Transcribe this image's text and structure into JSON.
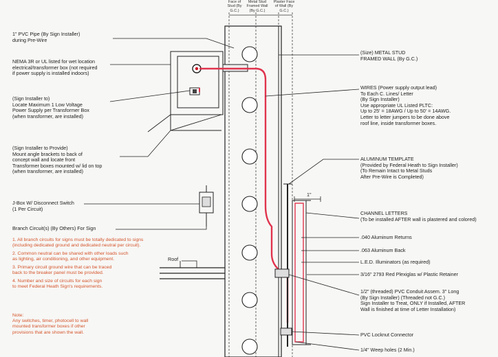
{
  "header_columns": [
    "Face of Stud (By G.C.)",
    "Metal Stud Framed Wall (By G.C.)",
    "Plaster Face of Wall (By G.C.)"
  ],
  "left_labels": {
    "pvc_pipe": "1\" PVC Pipe (By Sign Installer)\nduring Pre-Wire",
    "nema": "NEMA 3R or UL listed for wet location\nelectrical/transformer box (not required\nif power supply is installed indoors)",
    "sign_installer": "(Sign Installer to)\nLocate Maximum 1 Low Voltage\nPower Supply per Transformer Box\n(when transformer, are installed)",
    "angle_brackets": "(Sign Installer to Provide)\nMount angle brackets to back of\nconcept wall and locate front\nTransformer boxes mounted w/ lid on top\n(when transformer, are installed)",
    "jbox": "J-Box W/ Disconnect Switch\n(1 Per Circuit)",
    "branch_circuit": "Branch Circuit(s) (By Others) For Sign",
    "roof": "Roof"
  },
  "notes": [
    "1. All branch circuits for signs must be totally dedicated to signs\n   (including dedicated ground and dedicated neutral per circuit).",
    "2. Common neutral can be shared with other loads such\n   as lighting, air conditioning, and other equipment.",
    "3. Primary circuit ground wire that can be traced\n   back to the breaker panel must be provided.",
    "4. Number and size of circuits for each sign\n   to meet Federal Heath Sign's requirements."
  ],
  "note_footer": "Note:\nAny switches, timer, photocell to wall\nmounted transformer boxes if other\nprovisions that are shown the wall.",
  "right_labels": {
    "stud_wall": "(Size) METAL STUD\nFRAMED WALL (By G.C.)",
    "wires": "WIRES (Power supply output lead)\nTo Each C. Lines/ Letter\n(By Sign Installer)\nUse appropriate UL Listed PLTC:\nUp to 25' = 18AWG / Up to 50' = 14AWG.\nLetter to letter jumpers to be done above\nroof line, inside transformer boxes.",
    "template": "ALUMINUM TEMPLATE\n(Provided by Federal Heath to Sign Installer)\n(To Remain Intact to Metal Studs\nAfter Pre-Wire is Completed)",
    "dimension": "1\"",
    "channel_letters": "CHANNEL LETTERS\n(To be installed AFTER wall is plastered and colored)",
    "returns": ".040 Aluminum Returns",
    "back": ".063 Aluminum Back",
    "leds": "L.E.D. Illuminators (as required)",
    "trim": "3/16\" 2793 Red Plexiglas w/ Plastic Retainer",
    "conduit": "1/2\" (threaded) PVC Conduit Assem. 3\" Long\n(By Sign Installer) (Threaded not G.C.)\nSign Installer to Treat, ONLY if Installed, AFTER\nWall is finished at time of Letter Installation)",
    "locknut": "PVC Locknut Connector",
    "weep": "1/4\" Weep holes (2 Min.)"
  }
}
